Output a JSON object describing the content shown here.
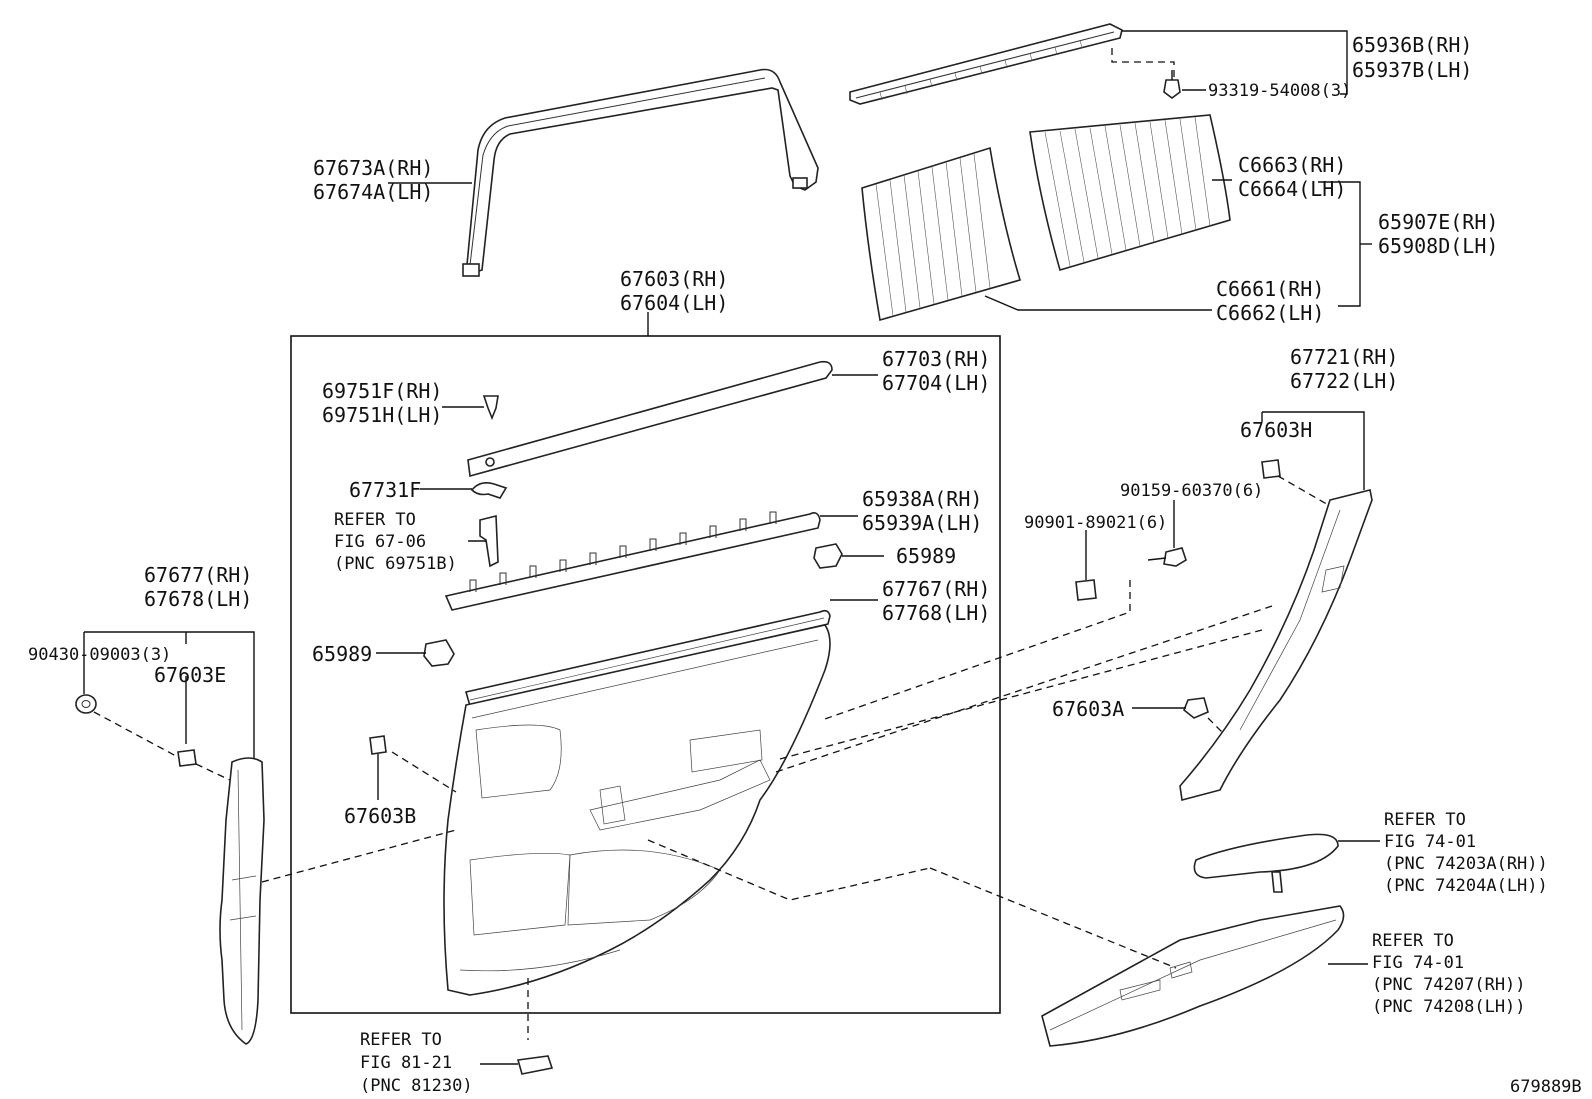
{
  "figure_id": "679889B",
  "labels": {
    "p67673": [
      "67673A(RH)",
      "67674A(LH)"
    ],
    "p65936": [
      "65936B(RH)",
      "65937B(LH)"
    ],
    "p93319": "93319-54008(3)",
    "pC6663": [
      "C6663(RH)",
      "C6664(LH)"
    ],
    "p65907": [
      "65907E(RH)",
      "65908D(LH)"
    ],
    "pC6661": [
      "C6661(RH)",
      "C6662(LH)"
    ],
    "p67603": [
      "67603(RH)",
      "67604(LH)"
    ],
    "p67703": [
      "67703(RH)",
      "67704(LH)"
    ],
    "p69751": [
      "69751F(RH)",
      "69751H(LH)"
    ],
    "p67731": "67731F",
    "ref6706": [
      "REFER TO",
      "FIG 67-06",
      "(PNC 69751B)"
    ],
    "p65938": [
      "65938A(RH)",
      "65939A(LH)"
    ],
    "p65989a": "65989",
    "p67767": [
      "67767(RH)",
      "67768(LH)"
    ],
    "p65989b": "65989",
    "p67603B": "67603B",
    "p67721": [
      "67721(RH)",
      "67722(LH)"
    ],
    "p67603H": "67603H",
    "p90159": "90159-60370(6)",
    "p90901": "90901-89021(6)",
    "p67603A": "67603A",
    "p67677": [
      "67677(RH)",
      "67678(LH)"
    ],
    "p90430": "90430-09003(3)",
    "p67603E": "67603E",
    "ref7401a": [
      "REFER TO",
      "FIG 74-01",
      "(PNC 74203A(RH))",
      "(PNC 74204A(LH))"
    ],
    "ref7401b": [
      "REFER TO",
      "FIG 74-01",
      "(PNC 74207(RH))",
      "(PNC 74208(LH))"
    ],
    "ref8121": [
      "REFER TO",
      "FIG 81-21",
      "(PNC 81230)"
    ]
  }
}
